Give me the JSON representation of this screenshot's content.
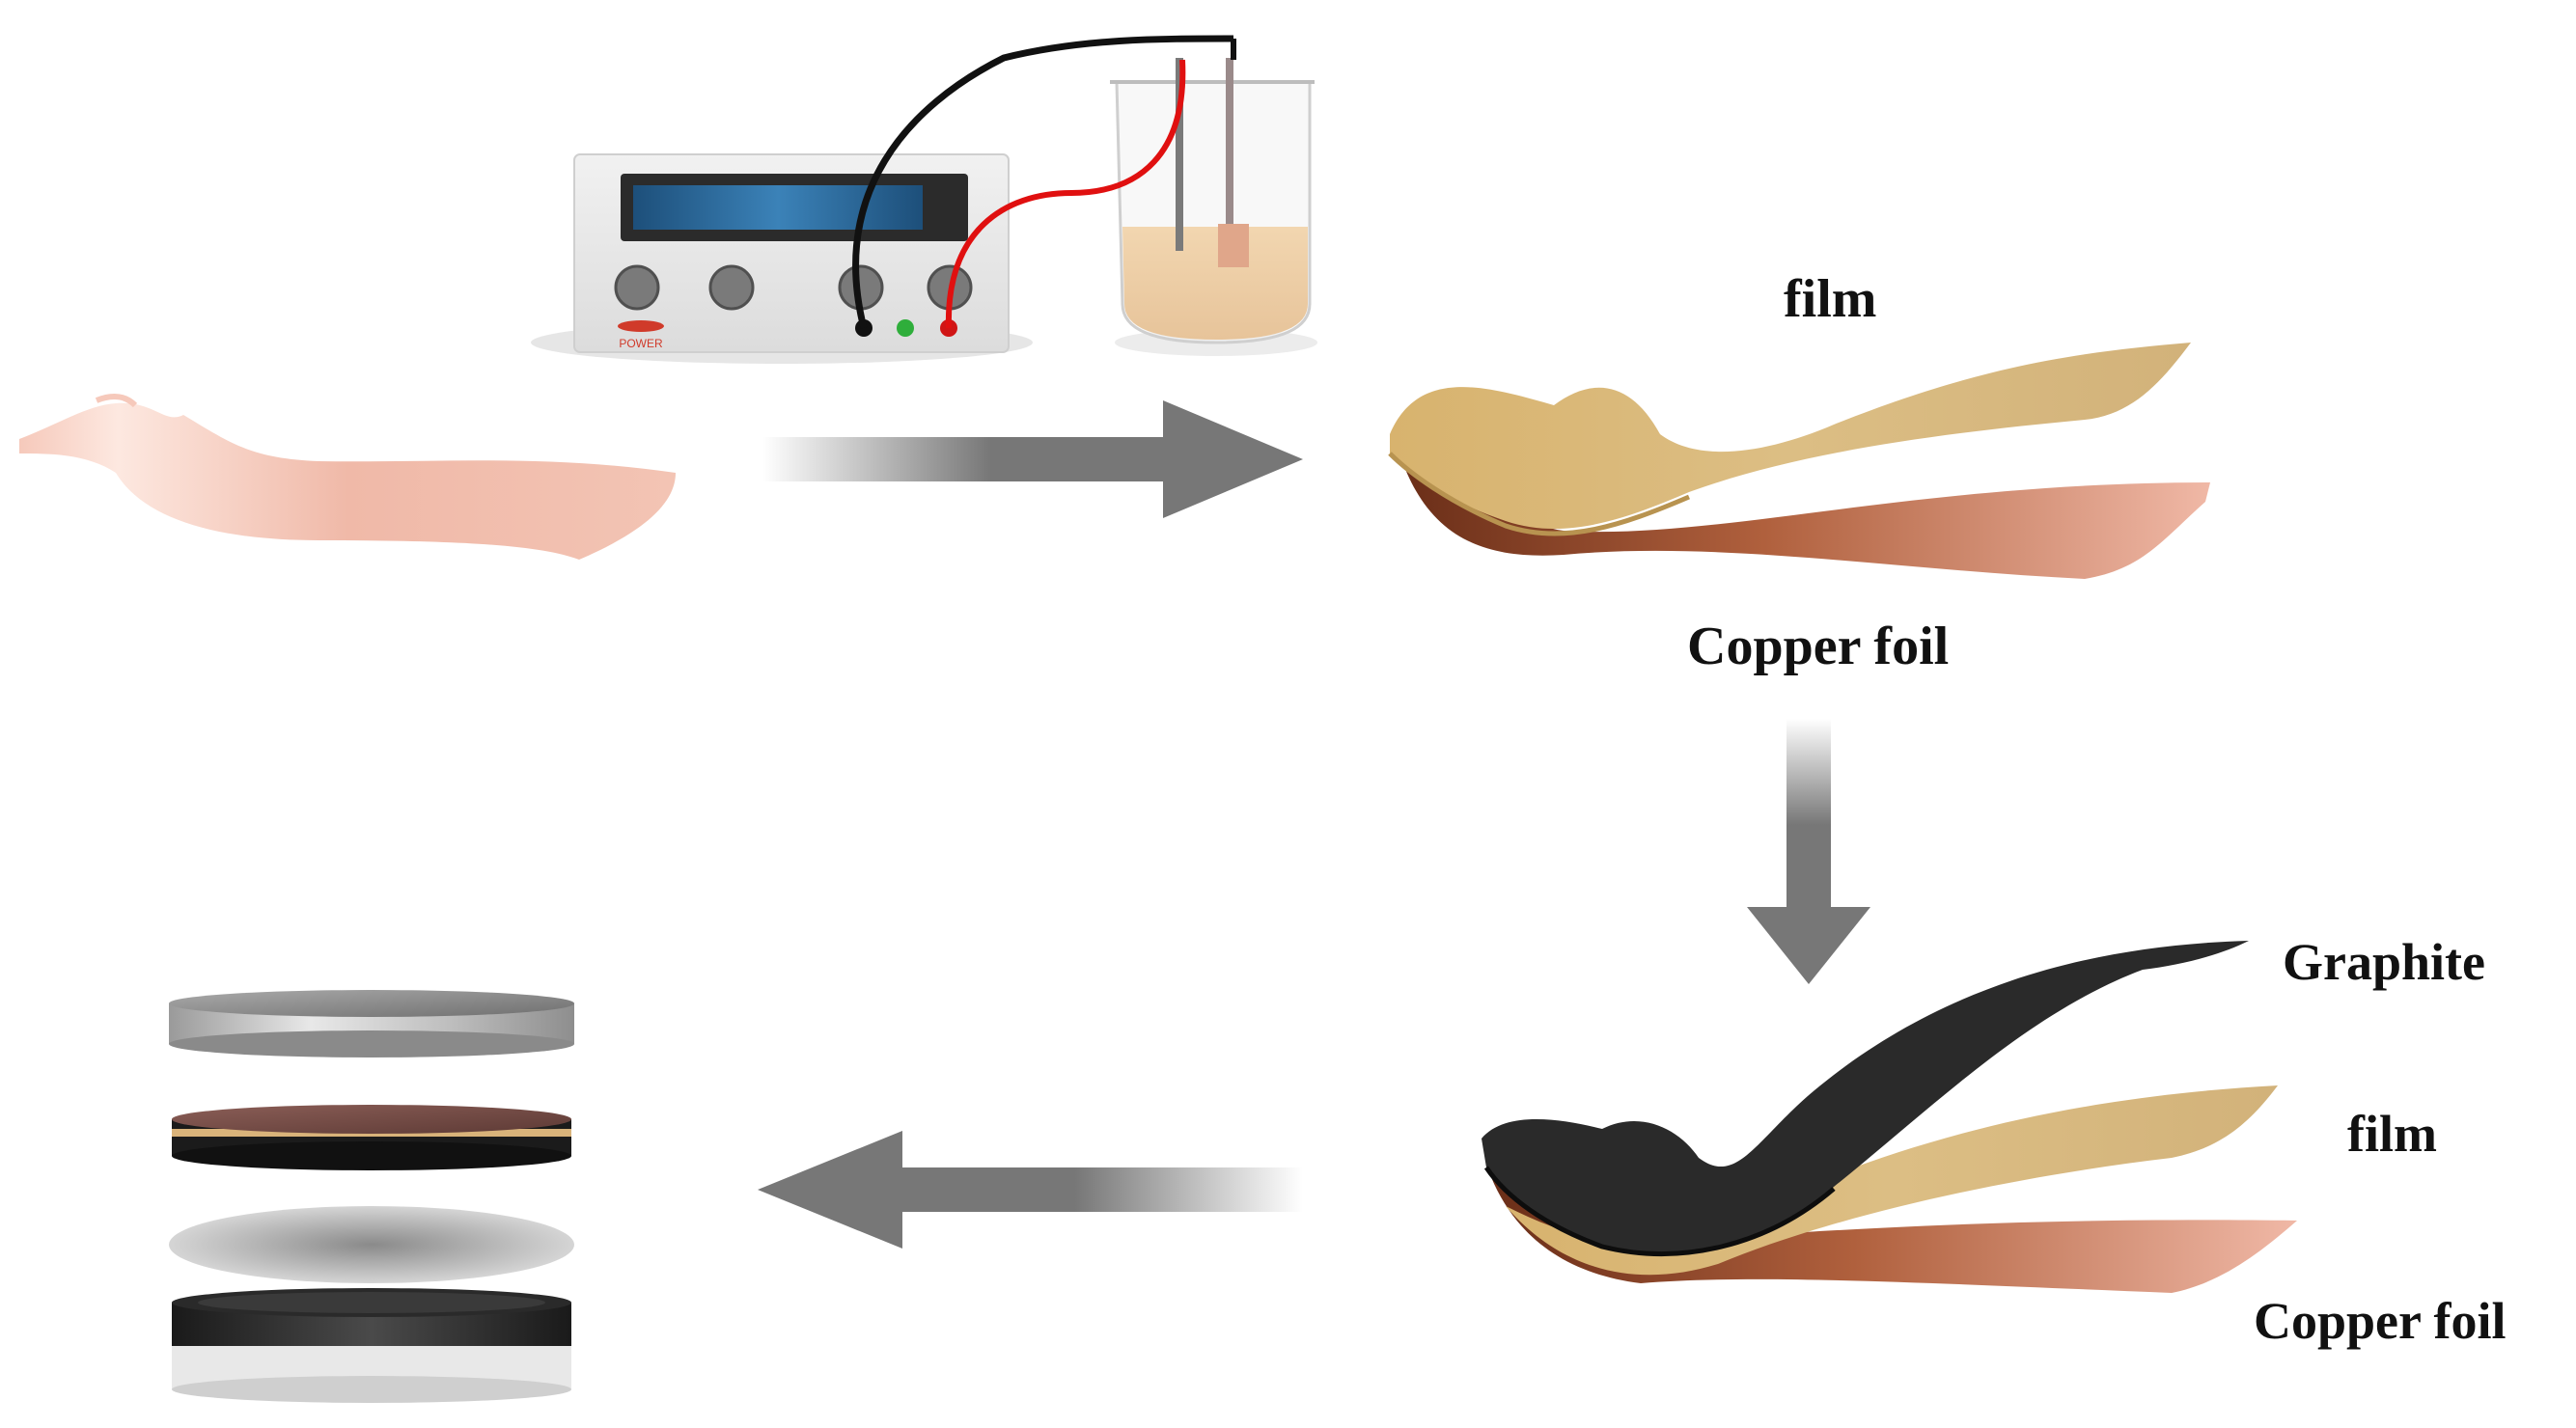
{
  "labels": {
    "film_top": "film",
    "copper_top": "Copper foil",
    "graphite": "Graphite",
    "film_bottom": "film",
    "copper_bottom": "Copper foil",
    "power_label": "POWER"
  },
  "colors": {
    "copper": "#f3c2b2",
    "film": "#d8b878",
    "graphite": "#222222",
    "arrow": "#777777",
    "wire_red": "#e01010",
    "wire_black": "#111111",
    "display": "#2a6fa8"
  }
}
